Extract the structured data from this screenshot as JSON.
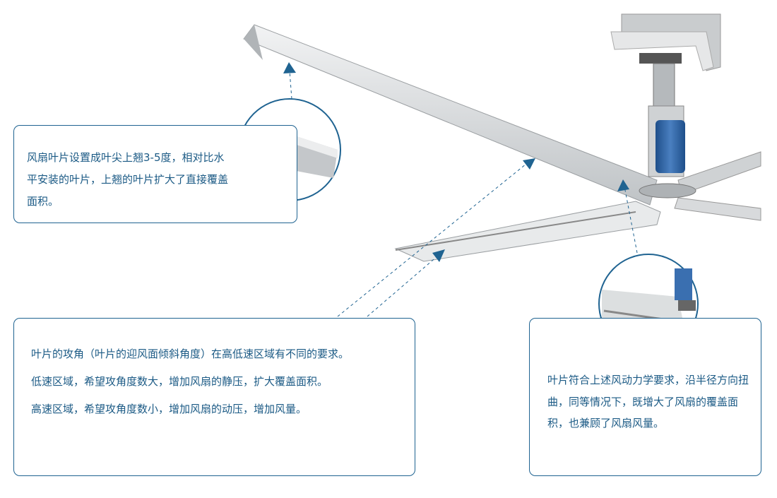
{
  "colors": {
    "accent": "#1f6391",
    "text": "#1b5a85",
    "blade": "#d9dcde",
    "motor": "#2e5f9e"
  },
  "callouts": [
    {
      "lines": [
        "风扇叶片设置成叶尖上翘3-5度，相对比水平安装的叶片，上翘的叶片扩大了直接覆盖面积。"
      ]
    },
    {
      "lines": [
        "叶片的攻角（叶片的迎风面倾斜角度）在高低速区域有不同的要求。",
        "低速区域，希望攻角度数大，增加风扇的静压，扩大覆盖面积。",
        "高速区域，希望攻角度数小，增加风扇的动压，增加风量。"
      ]
    },
    {
      "lines": [
        "叶片符合上述风动力学要求，沿半径方向扭曲，同等情况下，既增大了风扇的覆盖面积，也兼顾了风扇风量。"
      ]
    }
  ]
}
